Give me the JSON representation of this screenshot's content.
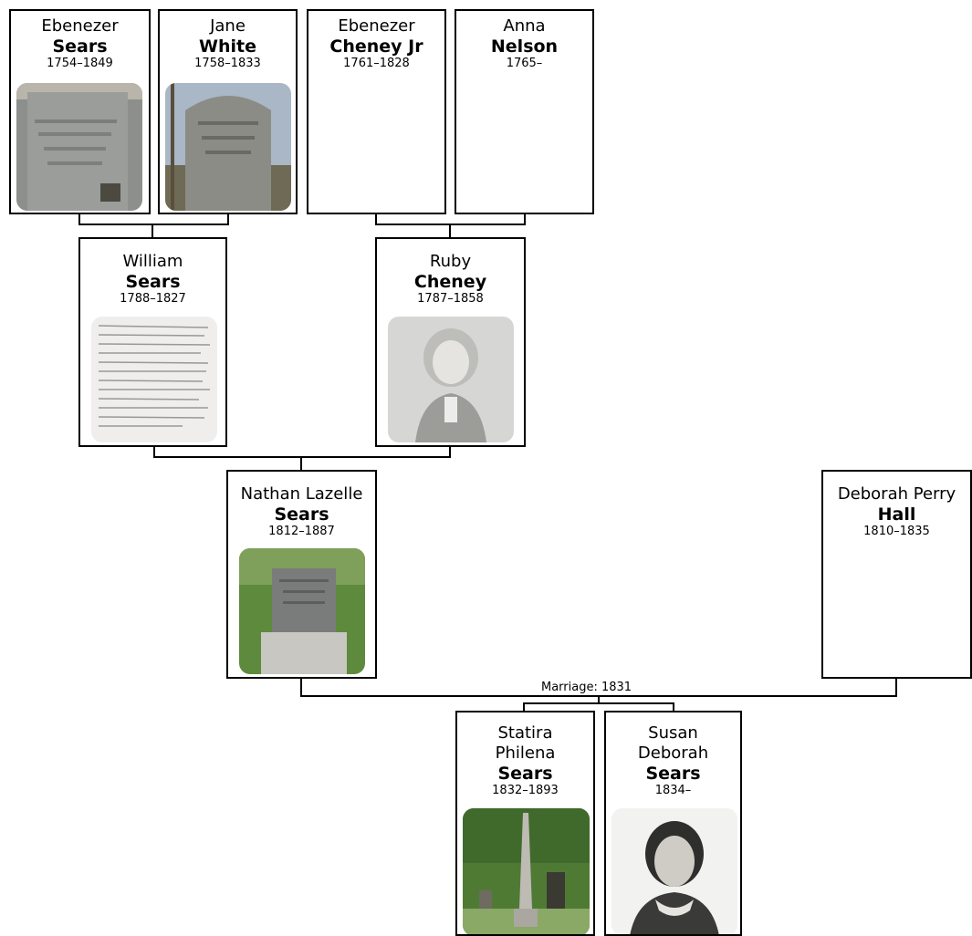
{
  "people": {
    "ebenezer_sears": {
      "given": "Ebenezer",
      "surname": "Sears",
      "dates": "1754–1849",
      "photo": "gravestone-photo"
    },
    "jane_white": {
      "given": "Jane",
      "surname": "White",
      "dates": "1758–1833",
      "photo": "gravestone-photo"
    },
    "ebenezer_cheney": {
      "given": "Ebenezer",
      "surname": "Cheney Jr",
      "dates": "1761–1828"
    },
    "anna_nelson": {
      "given": "Anna",
      "surname": "Nelson",
      "dates": "1765–"
    },
    "william_sears": {
      "given": "William",
      "surname": "Sears",
      "dates": "1788–1827",
      "photo": "handwritten-document-photo"
    },
    "ruby_cheney": {
      "given": "Ruby",
      "surname": "Cheney",
      "dates": "1787–1858",
      "photo": "portrait-sketch-photo"
    },
    "nathan_sears": {
      "given": "Nathan Lazelle",
      "surname": "Sears",
      "dates": "1812–1887",
      "photo": "gravestone-photo"
    },
    "deborah_hall": {
      "given": "Deborah Perry",
      "surname": "Hall",
      "dates": "1810–1835"
    },
    "statira_sears": {
      "given": "Statira Philena",
      "surname": "Sears",
      "dates": "1832–1893",
      "photo": "cemetery-monument-photo"
    },
    "susan_sears": {
      "given": "Susan Deborah",
      "surname": "Sears",
      "dates": "1834–",
      "photo": "portrait-photo"
    }
  },
  "marriage_label": "Marriage: 1831"
}
